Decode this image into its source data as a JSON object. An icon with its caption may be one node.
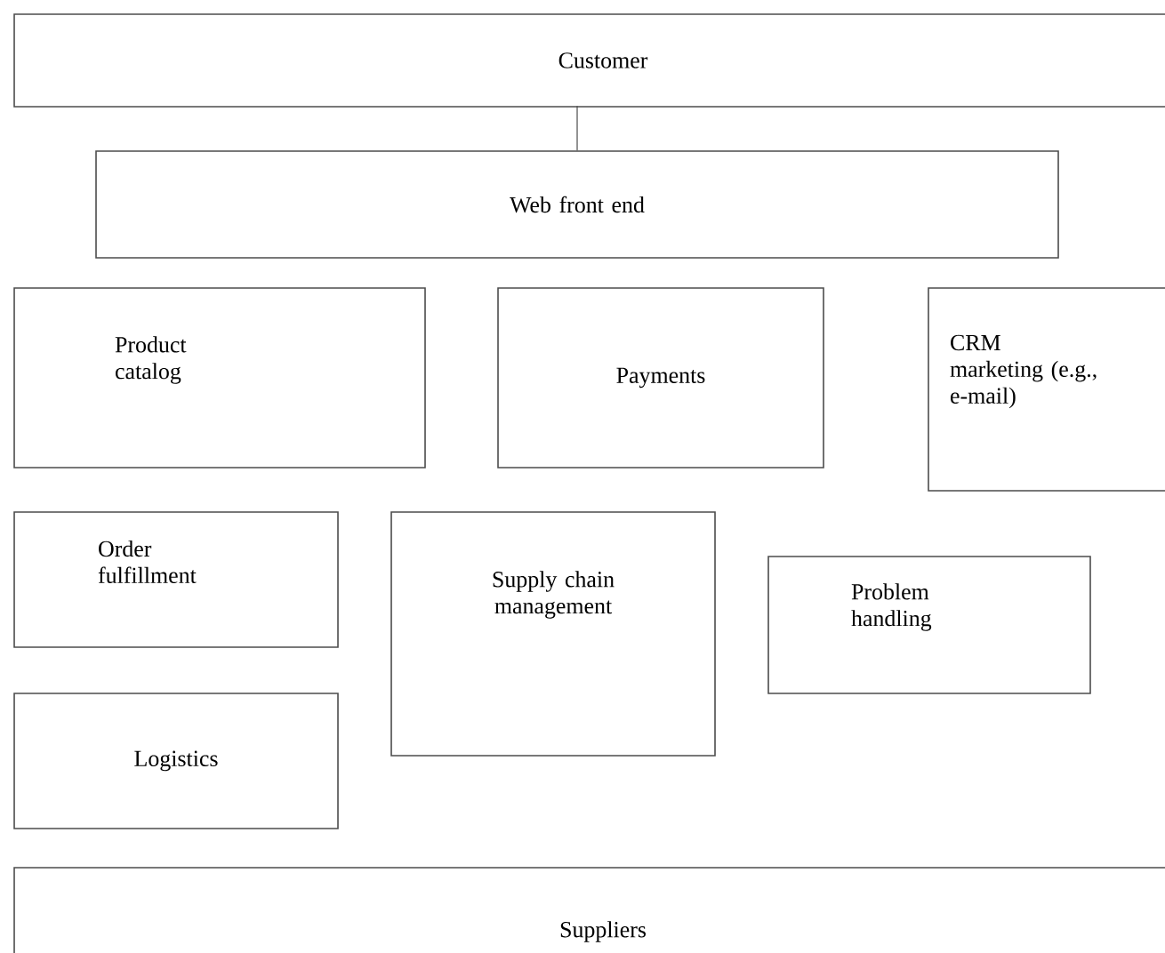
{
  "diagram": {
    "nodes": [
      {
        "text": [
          "Customer"
        ]
      },
      {
        "text": [
          "Web front end"
        ]
      },
      {
        "text": [
          "Product catalog"
        ]
      },
      {
        "text": [
          "Payments"
        ]
      },
      {
        "text": [
          "CRM marketing (e.g., e-mail)"
        ]
      },
      {
        "text": [
          "Order fulfillment"
        ]
      },
      {
        "text": [
          "Supply chain management"
        ]
      },
      {
        "text": [
          "Problem handling"
        ]
      },
      {
        "text": [
          "Logistics"
        ]
      },
      {
        "text": [
          "Suppliers"
        ]
      }
    ],
    "edges": [
      {
        "from": 0,
        "to": 1,
        "arrow": "none"
      }
    ]
  }
}
